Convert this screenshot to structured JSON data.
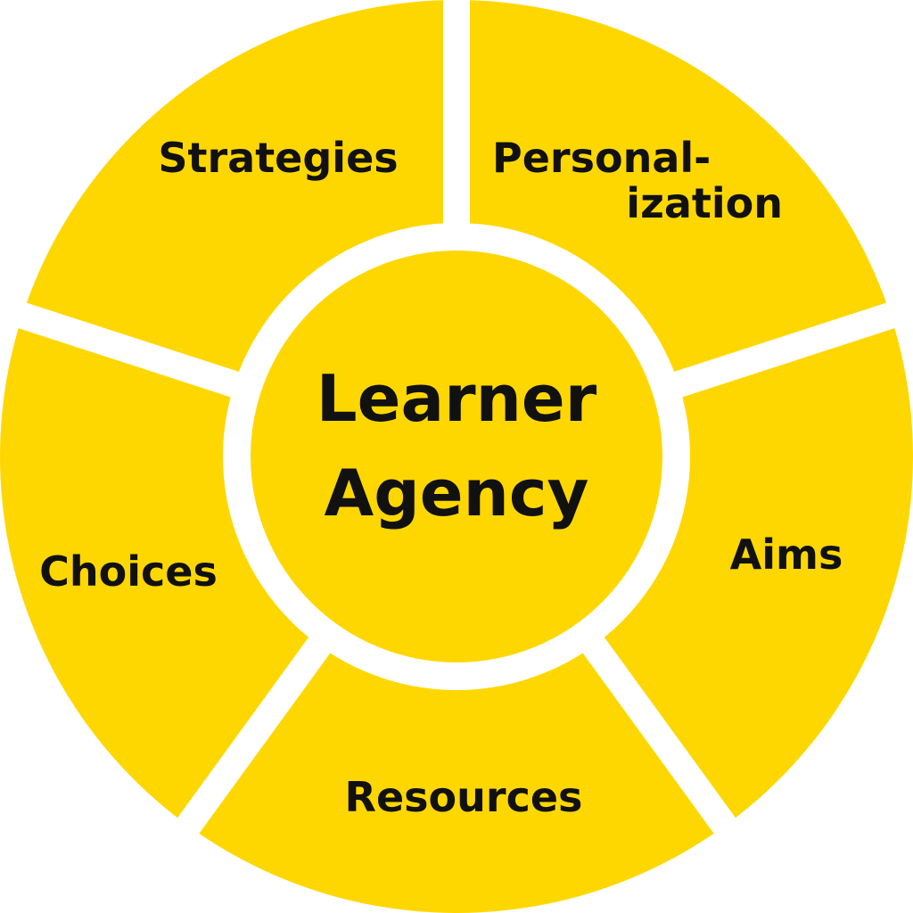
{
  "colors": {
    "segment": "#FFD700",
    "gap": "#FFFFFF",
    "text": "#111111"
  },
  "center": {
    "line1": "Learner",
    "line2": "Agency"
  },
  "segments": [
    {
      "line1": "Strategies"
    },
    {
      "line1": "Personal-",
      "line2": "ization"
    },
    {
      "line1": "Aims"
    },
    {
      "line1": "Resources"
    },
    {
      "line1": "Choices"
    }
  ]
}
